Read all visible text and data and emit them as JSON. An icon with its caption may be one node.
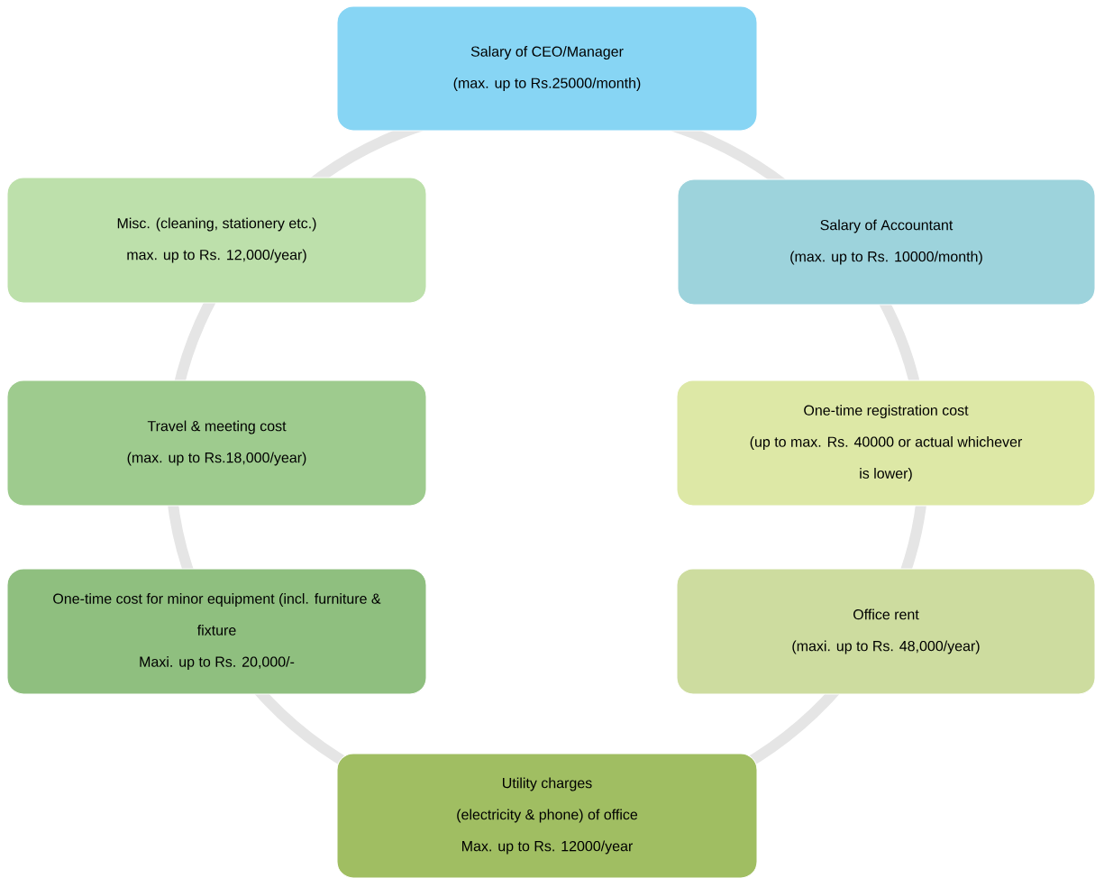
{
  "diagram": {
    "nodes": [
      {
        "text": [
          "Salary of CEO/Manager",
          "(max. up to Rs.25000/month)"
        ]
      },
      {
        "text": [
          "Salary of Accountant",
          "(max. up to Rs. 10000/month)"
        ]
      },
      {
        "text": [
          "One-time registration cost",
          "(up to max. Rs. 40000 or actual whichever is lower)"
        ]
      },
      {
        "text": [
          "Office rent",
          "(maxi. up to Rs. 48,000/year)"
        ]
      },
      {
        "text": [
          "Utility charges",
          "(electricity & phone) of office",
          "Max. up to Rs. 12000/year"
        ]
      },
      {
        "text": [
          "One-time cost for minor equipment (incl. furniture & fixture",
          "Maxi. up to Rs. 20,000/-"
        ]
      },
      {
        "text": [
          "Travel & meeting cost",
          "(max. up to Rs.18,000/year)"
        ]
      },
      {
        "text": [
          "Misc. (cleaning, stationery etc.)",
          "max. up to Rs. 12,000/year)"
        ]
      }
    ]
  }
}
